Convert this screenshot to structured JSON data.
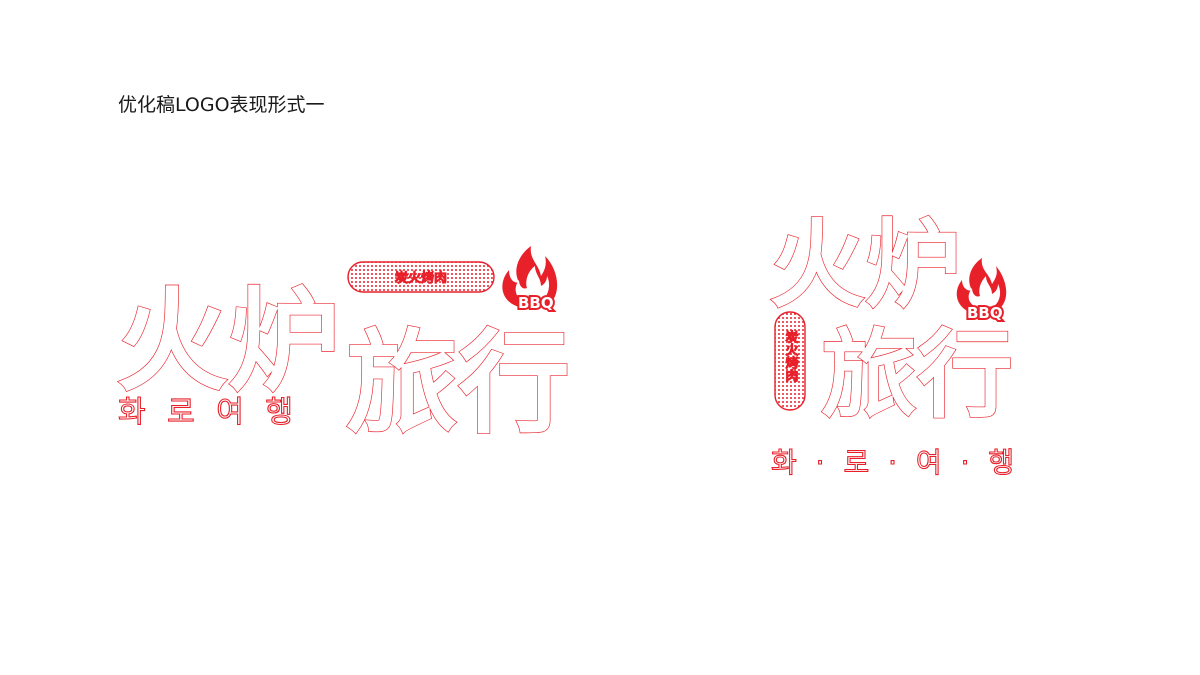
{
  "page": {
    "title": "优化稿LOGO表现形式一"
  },
  "brand": {
    "color": "#e8202a",
    "name_line1": "火炉",
    "name_line2": "旅行",
    "badge": "炭火烤肉",
    "bbq": "BBQ",
    "korean_plain": "화 로 여 행",
    "korean_dotted": "화 · 로 · 여 · 행"
  },
  "icons": {
    "flame": "flame-icon"
  }
}
